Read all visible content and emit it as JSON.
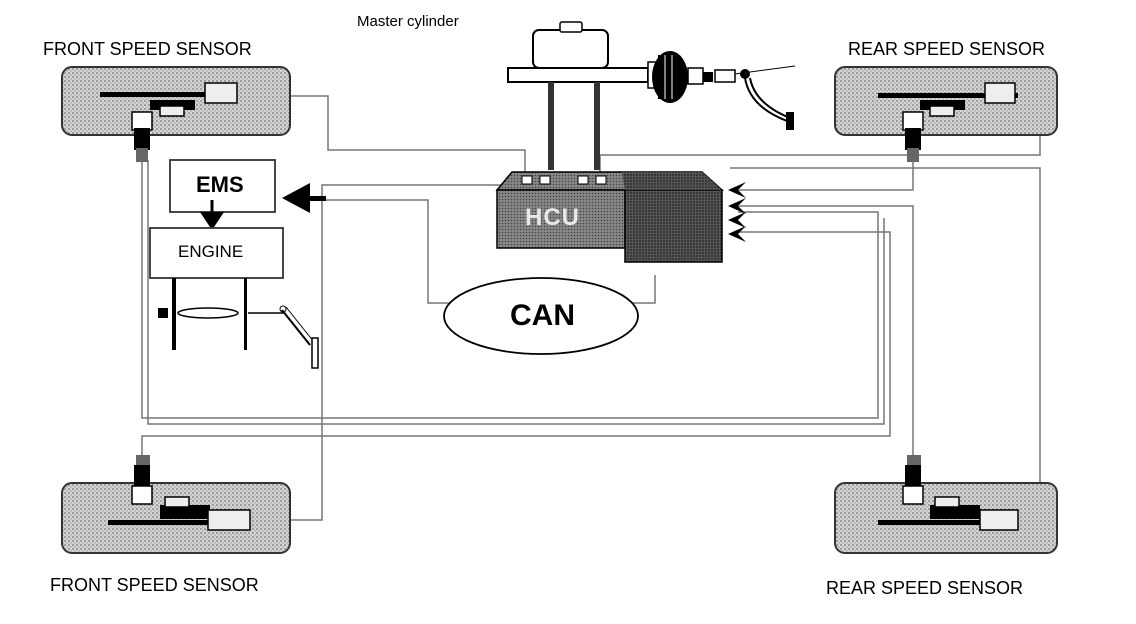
{
  "labels": {
    "front_top": "FRONT SPEED SENSOR",
    "rear_top": "REAR SPEED SENSOR",
    "front_bottom": "FRONT SPEED SENSOR",
    "rear_bottom": "REAR SPEED SENSOR",
    "master_cylinder": "Master cylinder",
    "ems": "EMS",
    "engine": "ENGINE",
    "can": "CAN",
    "hcu": "HCU"
  }
}
